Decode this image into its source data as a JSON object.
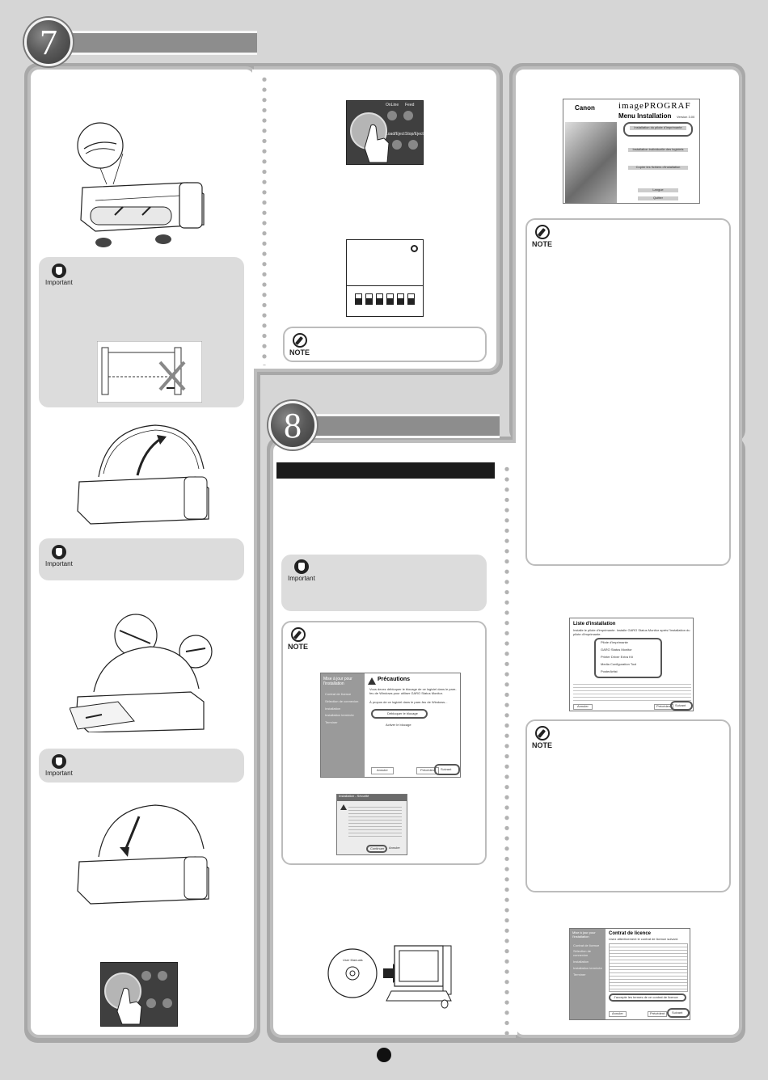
{
  "header": {
    "step7_number": "7",
    "step8_number": "8"
  },
  "icons": {
    "important_label": "Important",
    "note_label": "NOTE"
  },
  "control_panel": {
    "btn_online": "OnLine",
    "btn_feed": "Feed",
    "btn_load_eject": "Load/Eject",
    "btn_load_paper": "Load",
    "btn_stop_eject": "Stop/Eject"
  },
  "installer": {
    "brand": "Canon",
    "product": "imagePROGRAF",
    "menu_title": "Menu Installation",
    "version": "Version 3.00",
    "btn_install_driver": "Installation du pilote d'imprimante",
    "btn_install_custom": "Installation individuelle des logiciels",
    "btn_read_manual": "Copier les fichiers d'installation",
    "btn_language": "Langue",
    "btn_quit": "Quitter"
  },
  "wizard": {
    "side_title": "Mise à jour pour l'installation",
    "steps": [
      "Contrat de licence",
      "Sélection de connexion",
      "Installation",
      "Installation terminée",
      "Terminer"
    ],
    "precautions_title": "Précautions",
    "precautions_text": "Vous devez débloquer le blocage de ce logiciel dans le pare-feu de Windows pour utiliser GARO Status Monitor.",
    "precautions_question": "À propos de ce logiciel dans le pare-feu de Windows...",
    "opt_unblock": "Débloquer le blocage",
    "opt_block": "Activer le blocage",
    "btn_cancel": "Annuler",
    "btn_back": "Précédent",
    "btn_next": "Suivant"
  },
  "firewall_dialog": {
    "title": "Installation - Sécurité",
    "btn_continue": "Continuer",
    "btn_cancel": "Annuler"
  },
  "install_list": {
    "title": "Liste d'installation",
    "subtitle": "Installe le pilote d'imprimante. Installe GARO Status Monitor après l'installation du pilote d'imprimante.",
    "items": [
      "Pilote d'imprimante",
      "GARO Status Monitor",
      "Printer Driver Extra Kit",
      "Media Configuration Tool",
      "PosterArtist"
    ],
    "btn_back": "Précédent",
    "btn_next": "Suivant",
    "btn_cancel": "Annuler"
  },
  "license": {
    "title": "Contrat de licence",
    "subtitle": "Lisez attentivement le contrat de licence suivant.",
    "accept": "J'accepte les termes de ce contrat de licence",
    "btn_back": "Précédent",
    "btn_next": "Suivant",
    "btn_cancel": "Annuler"
  },
  "cdrom": {
    "disc_label": "User Manuals"
  }
}
